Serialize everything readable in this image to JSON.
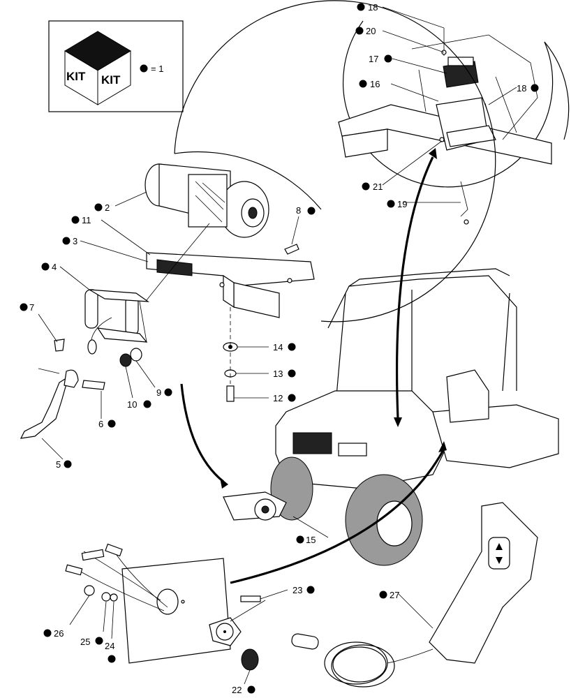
{
  "legend": {
    "kit_label_left": "KIT",
    "kit_label_right": "KIT",
    "equals_text": "= 1"
  },
  "callouts": [
    {
      "id": "c18a",
      "label": "18"
    },
    {
      "id": "c20",
      "label": "20"
    },
    {
      "id": "c17",
      "label": "17"
    },
    {
      "id": "c16",
      "label": "16"
    },
    {
      "id": "c18b",
      "label": "18"
    },
    {
      "id": "c21",
      "label": "21"
    },
    {
      "id": "c19",
      "label": "19"
    },
    {
      "id": "c2",
      "label": "2"
    },
    {
      "id": "c11",
      "label": "11"
    },
    {
      "id": "c3",
      "label": "3"
    },
    {
      "id": "c8",
      "label": "8"
    },
    {
      "id": "c4",
      "label": "4"
    },
    {
      "id": "c7",
      "label": "7"
    },
    {
      "id": "c14",
      "label": "14"
    },
    {
      "id": "c13",
      "label": "13"
    },
    {
      "id": "c12",
      "label": "12"
    },
    {
      "id": "c9",
      "label": "9"
    },
    {
      "id": "c10",
      "label": "10"
    },
    {
      "id": "c6",
      "label": "6"
    },
    {
      "id": "c5",
      "label": "5"
    },
    {
      "id": "c15",
      "label": "15"
    },
    {
      "id": "c23",
      "label": "23"
    },
    {
      "id": "c27",
      "label": "27"
    },
    {
      "id": "c26",
      "label": "26"
    },
    {
      "id": "c25",
      "label": "25"
    },
    {
      "id": "c24",
      "label": "24"
    },
    {
      "id": "c22",
      "label": "22"
    }
  ]
}
